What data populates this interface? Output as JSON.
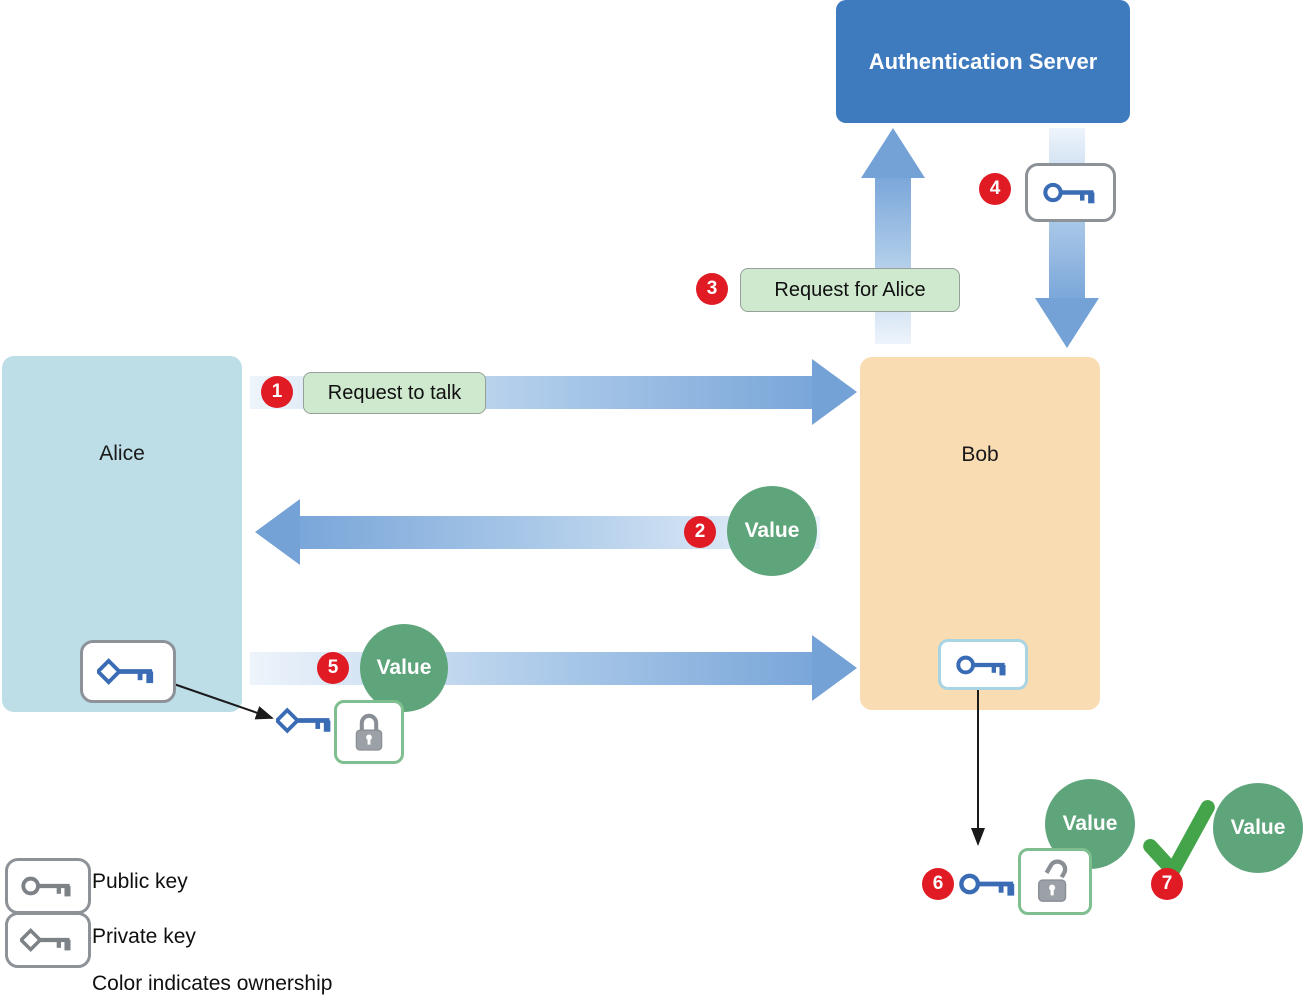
{
  "colors": {
    "server_blue": "#3d7abe",
    "alice_blue": "#bddde7",
    "bob_orange": "#fadcb2",
    "badge_red": "#e01b24",
    "value_green": "#5fa57c",
    "label_green_bg": "#cfe9cf",
    "arrow_dark": "#74a2d6",
    "arrow_light": "#eef4fb",
    "key_blue": "#3a6cb5",
    "key_gray": "#7d8287",
    "check_green": "#44a449",
    "padlock_gray": "#9ba1a7"
  },
  "nodes": {
    "server": "Authentication Server",
    "alice": "Alice",
    "bob": "Bob"
  },
  "steps": {
    "s1": {
      "num": "1",
      "label": "Request to talk"
    },
    "s2": {
      "num": "2",
      "value": "Value"
    },
    "s3": {
      "num": "3",
      "label": "Request for Alice"
    },
    "s4": {
      "num": "4"
    },
    "s5": {
      "num": "5",
      "value": "Value"
    },
    "s6": {
      "num": "6",
      "value": "Value"
    },
    "s7": {
      "num": "7",
      "value": "Value"
    }
  },
  "legend": {
    "public_key": "Public key",
    "private_key": "Private key",
    "note": "Color indicates ownership"
  },
  "icons": {
    "public_key": "public-key-icon",
    "private_key": "private-key-icon",
    "padlock_locked": "padlock-locked-icon",
    "padlock_unlocked": "padlock-unlocked-icon",
    "checkmark": "checkmark-icon"
  }
}
